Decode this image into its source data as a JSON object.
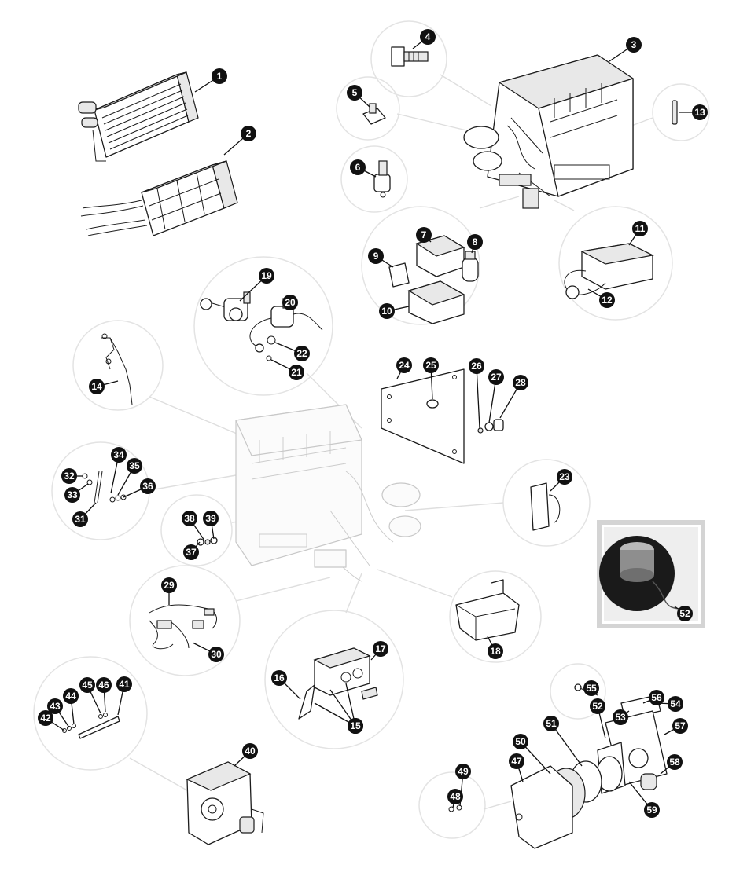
{
  "diagram": {
    "callouts": [
      "1",
      "2",
      "3",
      "4",
      "5",
      "6",
      "7",
      "8",
      "9",
      "10",
      "11",
      "12",
      "13",
      "14",
      "15",
      "15",
      "15",
      "16",
      "17",
      "18",
      "19",
      "20",
      "21",
      "22",
      "23",
      "24",
      "25",
      "26",
      "27",
      "28",
      "29",
      "30",
      "31",
      "32",
      "33",
      "34",
      "35",
      "36",
      "37",
      "38",
      "39",
      "40",
      "41",
      "42",
      "43",
      "44",
      "45",
      "46",
      "47",
      "48",
      "49",
      "50",
      "51",
      "52",
      "52",
      "53",
      "54",
      "55",
      "56",
      "57",
      "58",
      "59"
    ]
  }
}
